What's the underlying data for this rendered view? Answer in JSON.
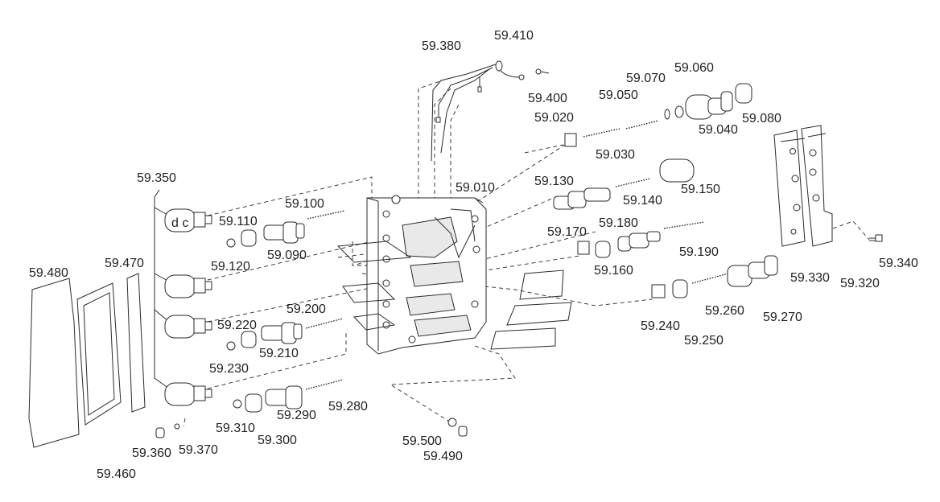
{
  "labels": {
    "p59380": "59.380",
    "p59410": "59.410",
    "p59400": "59.400",
    "p59070": "59.070",
    "p59060": "59.060",
    "p59050": "59.050",
    "p59020": "59.020",
    "p59030": "59.030",
    "p59040": "59.040",
    "p59080": "59.080",
    "p59010": "59.010",
    "p59130": "59.130",
    "p59140": "59.140",
    "p59150": "59.150",
    "p59350": "59.350",
    "p59100": "59.100",
    "p59110": "59.110",
    "p59120": "59.120",
    "p59090": "59.090",
    "p59170": "59.170",
    "p59180": "59.180",
    "p59190": "59.190",
    "p59160": "59.160",
    "p59480": "59.480",
    "p59470": "59.470",
    "p59200": "59.200",
    "p59220": "59.220",
    "p59210": "59.210",
    "p59230": "59.230",
    "p59240": "59.240",
    "p59250": "59.250",
    "p59260": "59.260",
    "p59270": "59.270",
    "p59330": "59.330",
    "p59320": "59.320",
    "p59340": "59.340",
    "p59280": "59.280",
    "p59310": "59.310",
    "p59290": "59.290",
    "p59300": "59.300",
    "p59360": "59.360",
    "p59370": "59.370",
    "p59460": "59.460",
    "p59500": "59.500",
    "p59490": "59.490"
  }
}
